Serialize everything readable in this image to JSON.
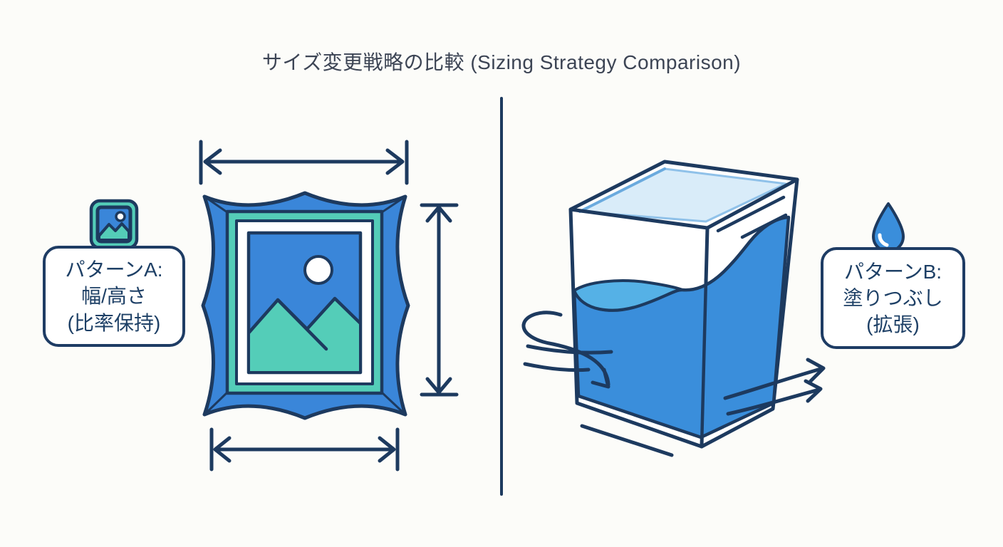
{
  "title": "サイズ変更戦略の比較 (Sizing Strategy Comparison)",
  "divider": {
    "type": "vertical-line"
  },
  "panels": {
    "left": {
      "icon": "image-icon",
      "label_lines": [
        "パターンA:",
        "幅/高さ",
        "(比率保持)"
      ],
      "illustration": "ornate-picture-frame-with-width-and-height-dimension-arrows"
    },
    "right": {
      "icon": "water-drop-icon",
      "label_lines": [
        "パターンB:",
        "塗りつぶし",
        "(拡張)"
      ],
      "illustration": "tilted-container-filling-with-liquid-and-flow-arrows"
    }
  },
  "colors": {
    "outline_navy": "#1d3a5f",
    "primary_blue": "#3a86d9",
    "liquid_blue": "#3a8edb",
    "surface_blue": "#55b1e6",
    "glass_top_blue": "#d9ecf9",
    "teal": "#54cdb8",
    "label_text": "#1e4066",
    "title_text": "#3c4454",
    "background": "#fcfcf9"
  }
}
